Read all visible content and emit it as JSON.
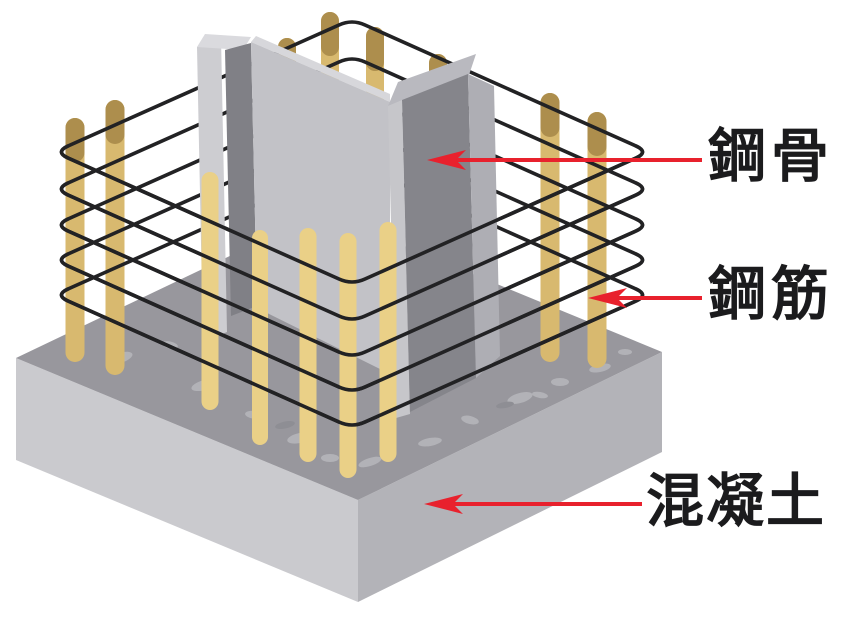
{
  "diagram": {
    "type": "isometric construction illustration",
    "subject": "SRC column: steel H-section embedded in rebar cage on concrete footing",
    "labels": [
      {
        "id": "steel-skeleton",
        "text": "鋼骨"
      },
      {
        "id": "rebar",
        "text": "鋼筋"
      },
      {
        "id": "concrete",
        "text": "混凝土"
      }
    ],
    "colors": {
      "background": "#ffffff",
      "arrow_red": "#e8212d",
      "label_text": "#1b1b1d",
      "tie_black": "#222224",
      "rebar_gold": "#d8b96f",
      "rebar_gold_light": "#ead087",
      "rebar_cap_dark": "#ad8e4d",
      "steel_web_light": "#c2c2c7",
      "steel_flange_dark": "#85858b",
      "concrete_top": "#98979d",
      "concrete_left": "#cacace",
      "concrete_right": "#b3b3b8"
    }
  }
}
